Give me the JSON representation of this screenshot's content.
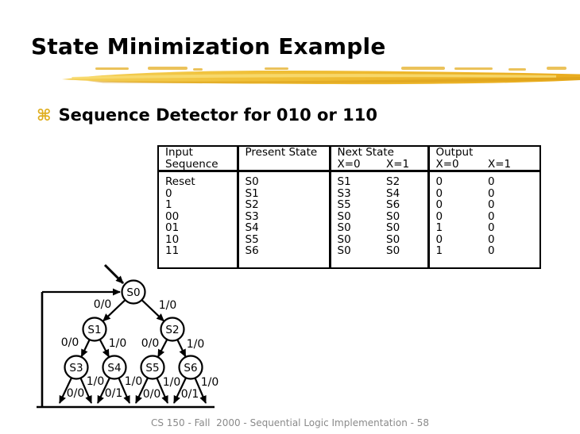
{
  "slide": {
    "title": "State Minimization Example",
    "bullet": {
      "icon": "command-symbol",
      "text": "Sequence Detector for 010 or 110"
    },
    "footer": "CS 150 - Fall  2000 - Sequential Logic Implementation - 58"
  },
  "colors": {
    "accent_gold": "#EDBB35",
    "brush_dark": "#D79C18",
    "brush_light": "#F8DC72",
    "footer_gray": "#8A8A8A"
  },
  "table": {
    "headers": {
      "input_line1": "Input",
      "input_line2": "Sequence",
      "present": "Present State",
      "next_group": "Next State",
      "output_group": "Output",
      "x0": "X=0",
      "x1": "X=1"
    },
    "rows": [
      {
        "input": "Reset",
        "present": "S0",
        "next_x0": "S1",
        "next_x1": "S2",
        "out_x0": "0",
        "out_x1": "0"
      },
      {
        "input": "0",
        "present": "S1",
        "next_x0": "S3",
        "next_x1": "S4",
        "out_x0": "0",
        "out_x1": "0"
      },
      {
        "input": "1",
        "present": "S2",
        "next_x0": "S5",
        "next_x1": "S6",
        "out_x0": "0",
        "out_x1": "0"
      },
      {
        "input": "00",
        "present": "S3",
        "next_x0": "S0",
        "next_x1": "S0",
        "out_x0": "0",
        "out_x1": "0"
      },
      {
        "input": "01",
        "present": "S4",
        "next_x0": "S0",
        "next_x1": "S0",
        "out_x0": "1",
        "out_x1": "0"
      },
      {
        "input": "10",
        "present": "S5",
        "next_x0": "S0",
        "next_x1": "S0",
        "out_x0": "0",
        "out_x1": "0"
      },
      {
        "input": "11",
        "present": "S6",
        "next_x0": "S0",
        "next_x1": "S0",
        "out_x0": "1",
        "out_x1": "0"
      }
    ]
  },
  "diagram": {
    "nodes": {
      "s0": "S0",
      "s1": "S1",
      "s2": "S2",
      "s3": "S3",
      "s4": "S4",
      "s5": "S5",
      "s6": "S6"
    },
    "edge_labels": {
      "s0_s1": "0/0",
      "s0_s2": "1/0",
      "s1_s3": "0/0",
      "s1_s4": "1/0",
      "s2_s5": "0/0",
      "s2_s6": "1/0",
      "s3_left": "0/0",
      "s3_right": "1/0",
      "s4_left": "0/1",
      "s4_right": "1/0",
      "s5_left": "0/0",
      "s5_right": "1/0",
      "s6_left": "0/1",
      "s6_right": "1/0"
    }
  }
}
